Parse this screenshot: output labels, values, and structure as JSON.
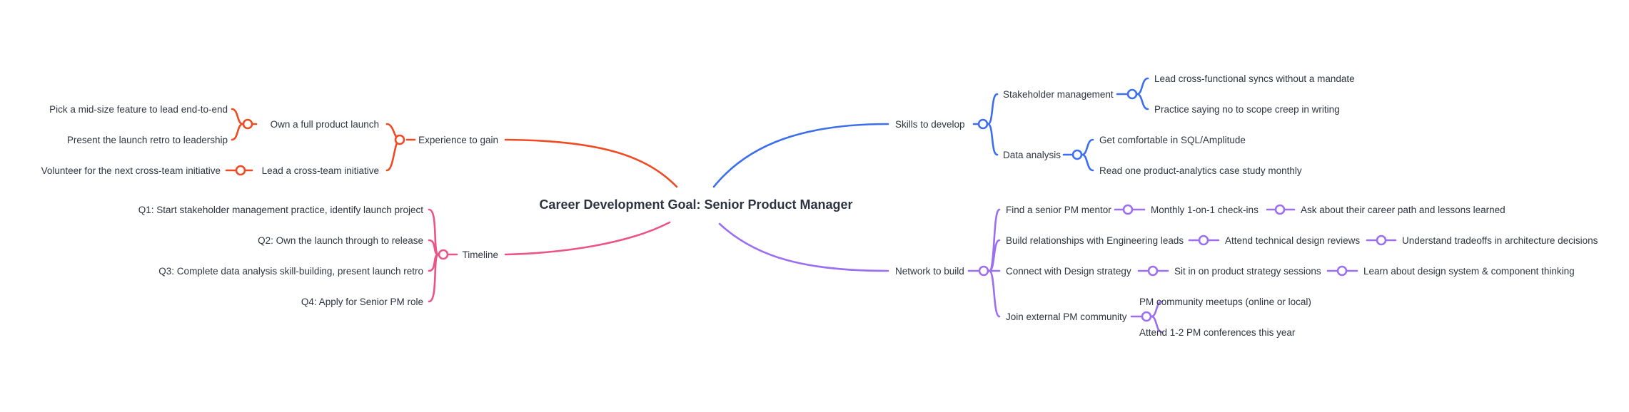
{
  "central_topic": "Career Development Goal: Senior Product Manager",
  "colors": {
    "experience": "#f04a23",
    "timeline": "#ec5386",
    "skills": "#3d6ef0",
    "network": "#9b6ff0",
    "text": "#2e3440"
  },
  "branches": {
    "experience": {
      "label": "Experience to gain",
      "children": [
        {
          "label": "Own a full product launch",
          "children": [
            {
              "label": "Pick a mid-size feature to lead end-to-end"
            },
            {
              "label": "Present the launch retro to leadership"
            }
          ]
        },
        {
          "label": "Lead a cross-team initiative",
          "children": [
            {
              "label": "Volunteer for the next cross-team initiative"
            }
          ]
        }
      ]
    },
    "timeline": {
      "label": "Timeline",
      "children": [
        {
          "label": "Q1: Start stakeholder management practice, identify launch project"
        },
        {
          "label": "Q2: Own the launch through to release"
        },
        {
          "label": "Q3: Complete data analysis skill-building, present launch retro"
        },
        {
          "label": "Q4: Apply for Senior PM role"
        }
      ]
    },
    "skills": {
      "label": "Skills to develop",
      "children": [
        {
          "label": "Stakeholder management",
          "children": [
            {
              "label": "Lead cross-functional syncs without a mandate"
            },
            {
              "label": "Practice saying no to scope creep in writing"
            }
          ]
        },
        {
          "label": "Data analysis",
          "children": [
            {
              "label": "Get comfortable in SQL/Amplitude"
            },
            {
              "label": "Read one product-analytics case study monthly"
            }
          ]
        }
      ]
    },
    "network": {
      "label": "Network to build",
      "children": [
        {
          "label": "Find a senior PM mentor",
          "chain": [
            "Monthly 1-on-1 check-ins",
            "Ask about their career path and lessons learned"
          ]
        },
        {
          "label": "Build relationships with Engineering leads",
          "chain": [
            "Attend technical design reviews",
            "Understand tradeoffs in architecture decisions"
          ]
        },
        {
          "label": "Connect with Design strategy",
          "chain": [
            "Sit in on product strategy sessions",
            "Learn about design system & component thinking"
          ]
        },
        {
          "label": "Join external PM community",
          "children": [
            {
              "label": "PM community meetups (online or local)"
            },
            {
              "label": "Attend 1-2 PM conferences this year"
            }
          ]
        }
      ]
    }
  }
}
